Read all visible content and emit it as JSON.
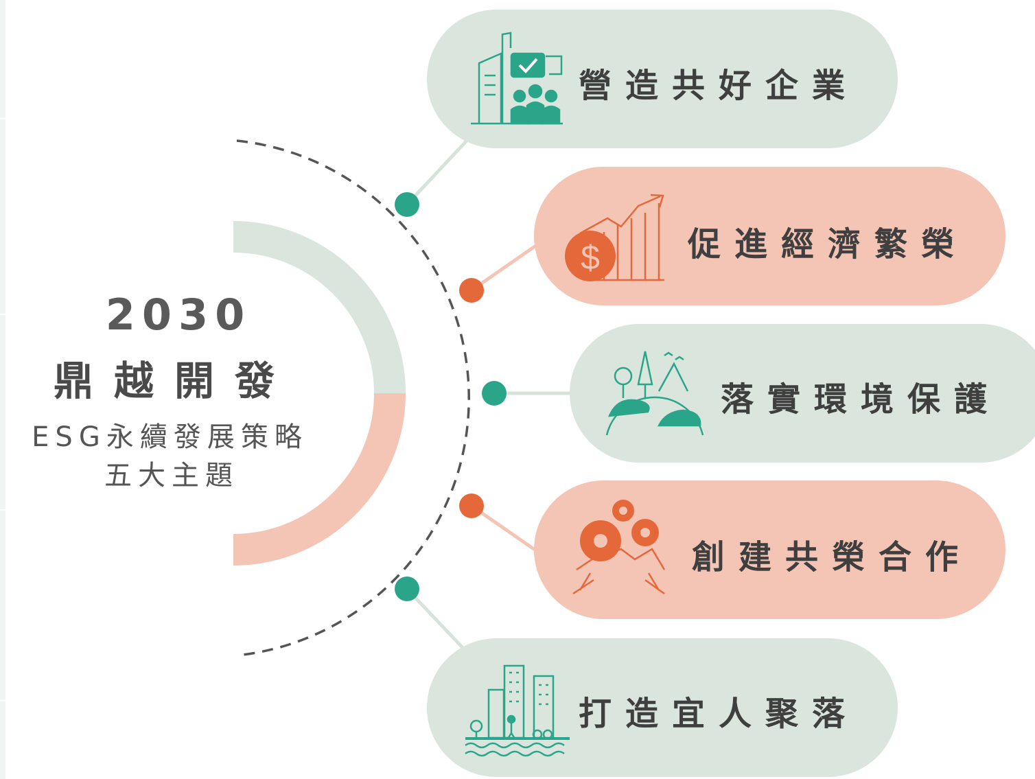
{
  "center": {
    "year": "2030",
    "title": "鼎越開發",
    "subtitle_line1": "ESG永續發展策略",
    "subtitle_line2": "五大主題"
  },
  "themes": [
    {
      "label": "營造共好企業",
      "color": "green",
      "icon": "building-people-check-icon"
    },
    {
      "label": "促進經濟繁榮",
      "color": "salmon",
      "icon": "dollar-growth-chart-icon"
    },
    {
      "label": "落實環境保護",
      "color": "green",
      "icon": "earth-trees-mountains-icon"
    },
    {
      "label": "創建共榮合作",
      "color": "salmon",
      "icon": "gears-handshake-icon"
    },
    {
      "label": "打造宜人聚落",
      "color": "green",
      "icon": "city-waterfront-icon"
    }
  ],
  "colors": {
    "green_fill": "#d9e5dd",
    "salmon_fill": "#f4c4b5",
    "teal": "#2aa58a",
    "orange": "#e5683a",
    "text": "#4a4a4a"
  }
}
